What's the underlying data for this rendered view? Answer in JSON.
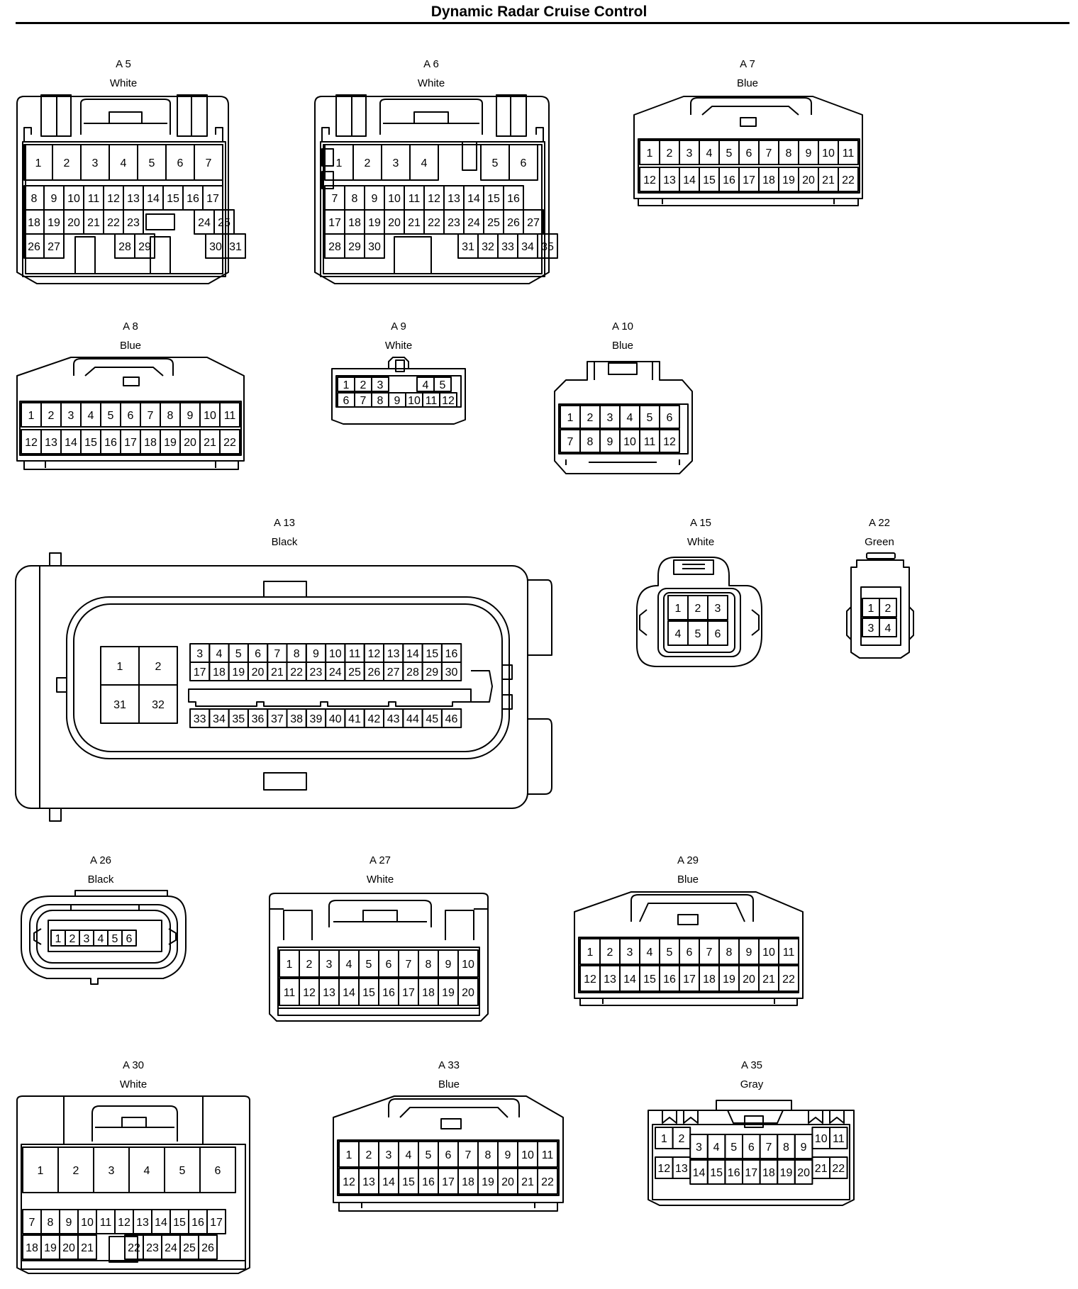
{
  "title": "Dynamic Radar Cruise Control",
  "connectors": [
    {
      "id": "A 5",
      "color": "White",
      "rows": [
        [
          "1",
          "2",
          "3",
          "4",
          "5",
          "6",
          "7"
        ],
        [
          "8",
          "9",
          "10",
          "11",
          "12",
          "13",
          "14",
          "15",
          "16",
          "17"
        ],
        [
          "18",
          "19",
          "20",
          "21",
          "22",
          "23",
          "",
          "24",
          "25"
        ],
        [
          "26",
          "27",
          "",
          "28",
          "29",
          "",
          "30",
          "31"
        ]
      ]
    },
    {
      "id": "A 6",
      "color": "White",
      "rows": [
        [
          "1",
          "2",
          "3",
          "4",
          "",
          "5",
          "6"
        ],
        [
          "7",
          "8",
          "9",
          "10",
          "11",
          "12",
          "13",
          "14",
          "15",
          "16"
        ],
        [
          "17",
          "18",
          "19",
          "20",
          "21",
          "22",
          "23",
          "24",
          "25",
          "26",
          "27"
        ],
        [
          "28",
          "29",
          "30",
          "",
          "31",
          "32",
          "33",
          "34",
          "35"
        ]
      ]
    },
    {
      "id": "A 7",
      "color": "Blue",
      "rows": [
        [
          "1",
          "2",
          "3",
          "4",
          "5",
          "6",
          "7",
          "8",
          "9",
          "10",
          "11"
        ],
        [
          "12",
          "13",
          "14",
          "15",
          "16",
          "17",
          "18",
          "19",
          "20",
          "21",
          "22"
        ]
      ]
    },
    {
      "id": "A 8",
      "color": "Blue",
      "rows": [
        [
          "1",
          "2",
          "3",
          "4",
          "5",
          "6",
          "7",
          "8",
          "9",
          "10",
          "11"
        ],
        [
          "12",
          "13",
          "14",
          "15",
          "16",
          "17",
          "18",
          "19",
          "20",
          "21",
          "22"
        ]
      ]
    },
    {
      "id": "A 9",
      "color": "White",
      "rows": [
        [
          "1",
          "2",
          "3",
          "",
          "4",
          "5"
        ],
        [
          "6",
          "7",
          "8",
          "9",
          "10",
          "11",
          "12"
        ]
      ]
    },
    {
      "id": "A 10",
      "color": "Blue",
      "rows": [
        [
          "1",
          "2",
          "3",
          "4",
          "5",
          "6"
        ],
        [
          "7",
          "8",
          "9",
          "10",
          "11",
          "12"
        ]
      ]
    },
    {
      "id": "A 13",
      "color": "Black",
      "rows": [
        [
          "1",
          "2"
        ],
        [
          "31",
          "32"
        ],
        [
          "3",
          "4",
          "5",
          "6",
          "7",
          "8",
          "9",
          "10",
          "11",
          "12",
          "13",
          "14",
          "15",
          "16"
        ],
        [
          "17",
          "18",
          "19",
          "20",
          "21",
          "22",
          "23",
          "24",
          "25",
          "26",
          "27",
          "28",
          "29",
          "30"
        ],
        [
          "33",
          "34",
          "35",
          "36",
          "37",
          "38",
          "39",
          "40",
          "41",
          "42",
          "43",
          "44",
          "45",
          "46"
        ]
      ]
    },
    {
      "id": "A 15",
      "color": "White",
      "rows": [
        [
          "1",
          "2",
          "3"
        ],
        [
          "4",
          "5",
          "6"
        ]
      ]
    },
    {
      "id": "A 22",
      "color": "Green",
      "rows": [
        [
          "1",
          "2"
        ],
        [
          "3",
          "4"
        ]
      ]
    },
    {
      "id": "A 26",
      "color": "Black",
      "rows": [
        [
          "1",
          "2",
          "3",
          "4",
          "5",
          "6"
        ]
      ]
    },
    {
      "id": "A 27",
      "color": "White",
      "rows": [
        [
          "1",
          "2",
          "3",
          "4",
          "5",
          "6",
          "7",
          "8",
          "9",
          "10"
        ],
        [
          "11",
          "12",
          "13",
          "14",
          "15",
          "16",
          "17",
          "18",
          "19",
          "20"
        ]
      ]
    },
    {
      "id": "A 29",
      "color": "Blue",
      "rows": [
        [
          "1",
          "2",
          "3",
          "4",
          "5",
          "6",
          "7",
          "8",
          "9",
          "10",
          "11"
        ],
        [
          "12",
          "13",
          "14",
          "15",
          "16",
          "17",
          "18",
          "19",
          "20",
          "21",
          "22"
        ]
      ]
    },
    {
      "id": "A 30",
      "color": "White",
      "rows": [
        [
          "1",
          "2",
          "3",
          "4",
          "5",
          "6"
        ],
        [
          "7",
          "8",
          "9",
          "10",
          "11",
          "12",
          "13",
          "14",
          "15",
          "16",
          "17"
        ],
        [
          "18",
          "19",
          "20",
          "21",
          "",
          "22",
          "23",
          "24",
          "25",
          "26"
        ]
      ]
    },
    {
      "id": "A 33",
      "color": "Blue",
      "rows": [
        [
          "1",
          "2",
          "3",
          "4",
          "5",
          "6",
          "7",
          "8",
          "9",
          "10",
          "11"
        ],
        [
          "12",
          "13",
          "14",
          "15",
          "16",
          "17",
          "18",
          "19",
          "20",
          "21",
          "22"
        ]
      ]
    },
    {
      "id": "A 35",
      "color": "Gray",
      "rows": [
        [
          "1",
          "2",
          "3",
          "4",
          "5",
          "6",
          "7",
          "8",
          "9",
          "10",
          "11"
        ],
        [
          "12",
          "13",
          "14",
          "15",
          "16",
          "17",
          "18",
          "19",
          "20",
          "21",
          "22"
        ]
      ]
    }
  ]
}
